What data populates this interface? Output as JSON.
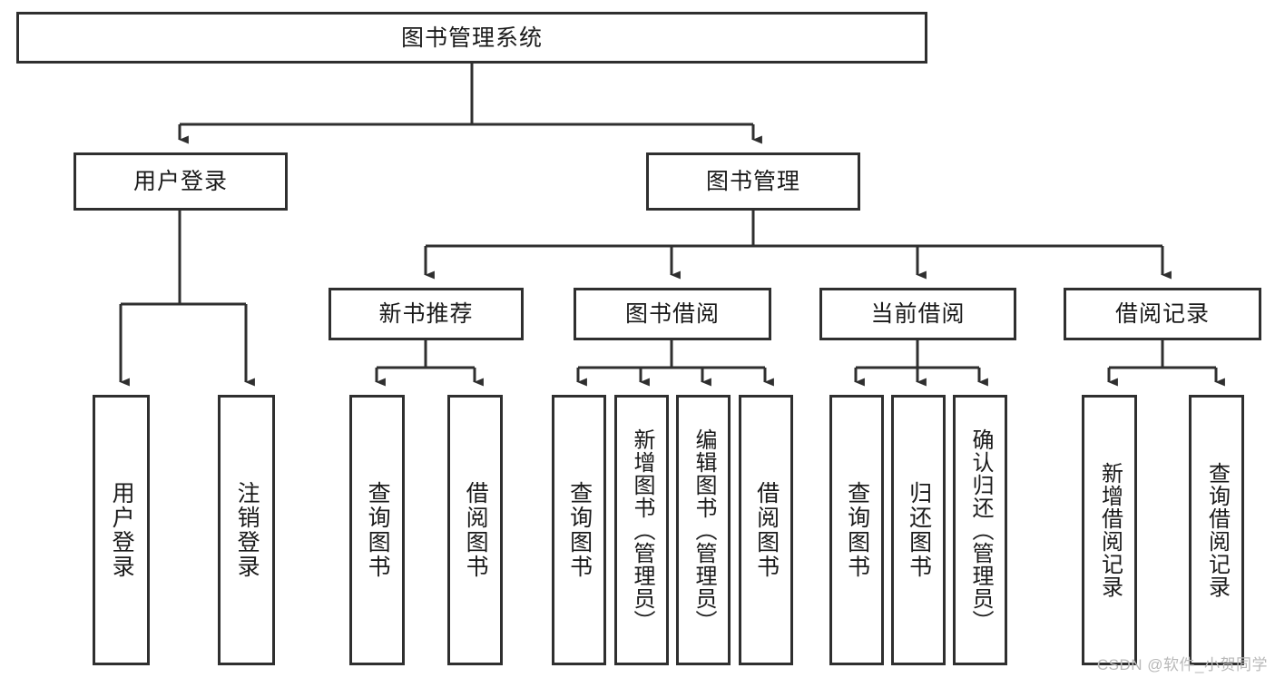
{
  "diagram": {
    "type": "tree",
    "title": "图书管理系统",
    "watermark": "CSDN @软件_小贺同学",
    "colors": {
      "border": "#2f2f2f",
      "background": "#ffffff",
      "text": "#1a1a1a",
      "watermark": "#b9b9b9"
    },
    "root": {
      "label": "图书管理系统"
    },
    "level2": [
      {
        "label": "用户登录"
      },
      {
        "label": "图书管理"
      }
    ],
    "level3": [
      {
        "label": "新书推荐"
      },
      {
        "label": "图书借阅"
      },
      {
        "label": "当前借阅"
      },
      {
        "label": "借阅记录"
      }
    ],
    "leaves": {
      "user_login": [
        {
          "label": "用户登录"
        },
        {
          "label": "注销登录"
        }
      ],
      "new_book_recommend": [
        {
          "label": "查询图书"
        },
        {
          "label": "借阅图书"
        }
      ],
      "book_borrow": [
        {
          "label": "查询图书"
        },
        {
          "label": "新增图书（管理员）"
        },
        {
          "label": "编辑图书（管理员）"
        },
        {
          "label": "借阅图书"
        }
      ],
      "current_borrow": [
        {
          "label": "查询图书"
        },
        {
          "label": "归还图书"
        },
        {
          "label": "确认归还（管理员）"
        }
      ],
      "borrow_record": [
        {
          "label": "新增借阅记录"
        },
        {
          "label": "查询借阅记录"
        }
      ]
    }
  }
}
